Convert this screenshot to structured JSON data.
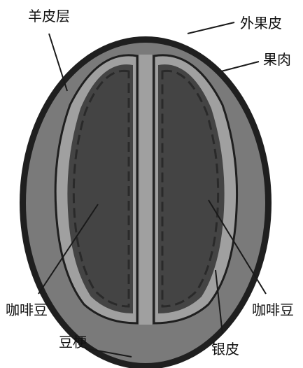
{
  "labels": {
    "parchment": "羊皮层",
    "exocarp": "外果皮",
    "pulp": "果肉",
    "bean_left": "咖啡豆",
    "bean_right": "咖啡豆",
    "stem": "豆梗",
    "silverskin": "银皮"
  },
  "colors": {
    "outer_skin": "#1f1f1f",
    "pulp": "#7a7a7a",
    "parchment_ring": "#a0a0a0",
    "bean": "#444444",
    "silverskin_dash": "#2a2a2a",
    "background": "#ffffff"
  }
}
